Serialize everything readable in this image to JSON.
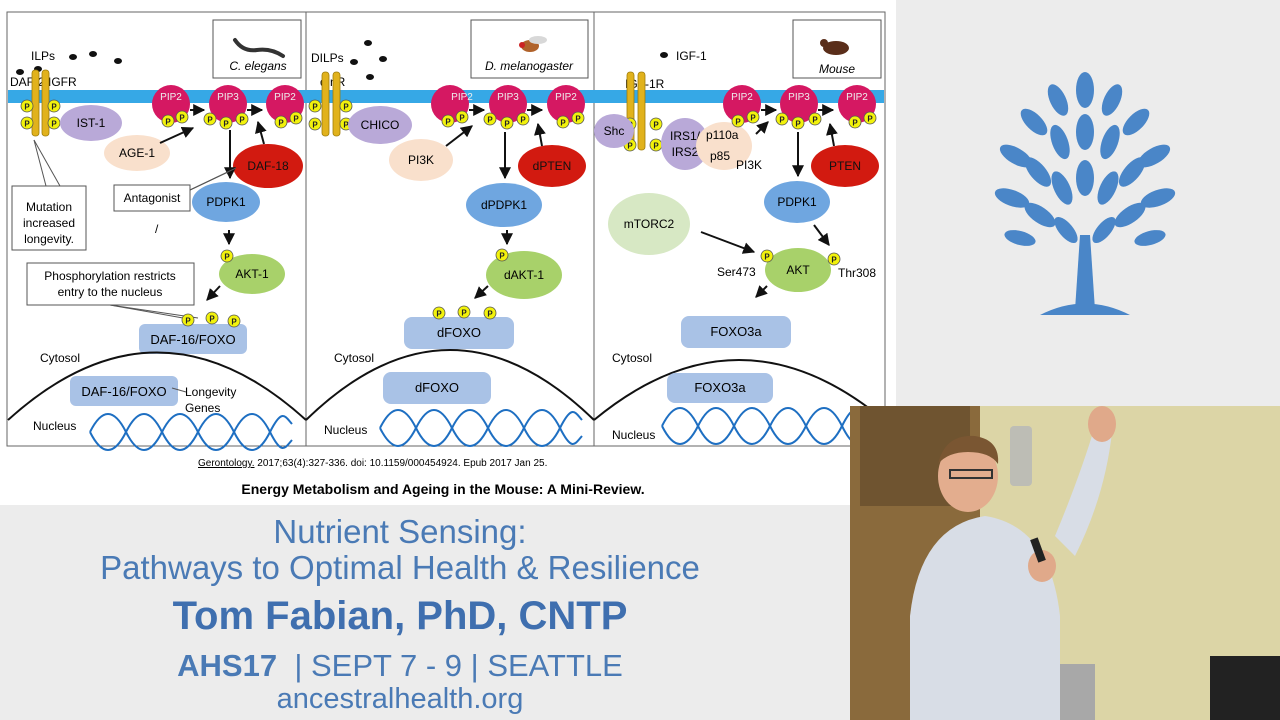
{
  "colors": {
    "title_blue": "#4a7ab5",
    "membrane": "#36a8e6",
    "pten_red": "#d21a10",
    "receptor_gold": "#e1b21c",
    "phospho_yellow": "#f2f20c"
  },
  "slide": {
    "panels": [
      {
        "species": "C. elegans",
        "ligand": "ILPs",
        "receptor": "DAF-2/IGFR",
        "adaptor": "IST-1",
        "kinase": "AGE-1",
        "pip": [
          "PIP2",
          "PIP3",
          "PIP2"
        ],
        "phosphatase": "DAF-18",
        "pdpk1": "PDPK1",
        "akt": "AKT-1",
        "foxo": "DAF-16/FOXO",
        "nuclear_foxo": "DAF-16/FOXO",
        "antagonist_label": "Antagonist",
        "mutation_note": [
          "Mutation",
          "increased",
          "longevity."
        ],
        "phospho_note": [
          "Phosphorylation restricts",
          "entry to the nucleus"
        ],
        "longevity_genes": [
          "Longevity",
          "Genes"
        ],
        "slash_mark": "/",
        "cytosol": "Cytosol",
        "nucleus": "Nucleus"
      },
      {
        "species": "D. melanogaster",
        "ligand": "DILPs",
        "receptor": "dInR",
        "adaptor": "CHICO",
        "kinase": "PI3K",
        "pip": [
          "PIP2",
          "PIP3",
          "PIP2"
        ],
        "phosphatase": "dPTEN",
        "pdpk1": "dPDPK1",
        "akt": "dAKT-1",
        "foxo": "dFOXO",
        "nuclear_foxo": "dFOXO",
        "cytosol": "Cytosol",
        "nucleus": "Nucleus"
      },
      {
        "species": "Mouse",
        "ligand": "IGF-1",
        "receptor": "IGF-1R",
        "adaptor_shc": "Shc",
        "adaptor_irs": [
          "IRS1/",
          "IRS2"
        ],
        "kinase_subunits": [
          "p110a",
          "p85"
        ],
        "kinase": "PI3K",
        "pip": [
          "PIP2",
          "PIP3",
          "PIP2"
        ],
        "phosphatase": "PTEN",
        "pdpk1": "PDPK1",
        "mtorc2": "mTORC2",
        "akt": "AKT",
        "site_ser": "Ser473",
        "site_thr": "Thr308",
        "foxo": "FOXO3a",
        "nuclear_foxo": "FOXO3a",
        "cytosol": "Cytosol",
        "nucleus": "Nucleus"
      }
    ],
    "phospho_letter": "P",
    "citation_journal": "Gerontology.",
    "citation_rest": " 2017;63(4):327-336. doi: 10.1159/000454924. Epub 2017 Jan 25.",
    "paper_title": "Energy Metabolism and Ageing in the Mouse: A Mini-Review."
  },
  "titles": {
    "line1": "Nutrient Sensing:",
    "line2": "Pathways to Optimal Health & Resilience",
    "speaker": "Tom Fabian, PhD, CNTP",
    "event": "AHS17",
    "event_rest": "  | SEPT 7 - 9 | SEATTLE",
    "website": "ancestralhealth.org"
  }
}
